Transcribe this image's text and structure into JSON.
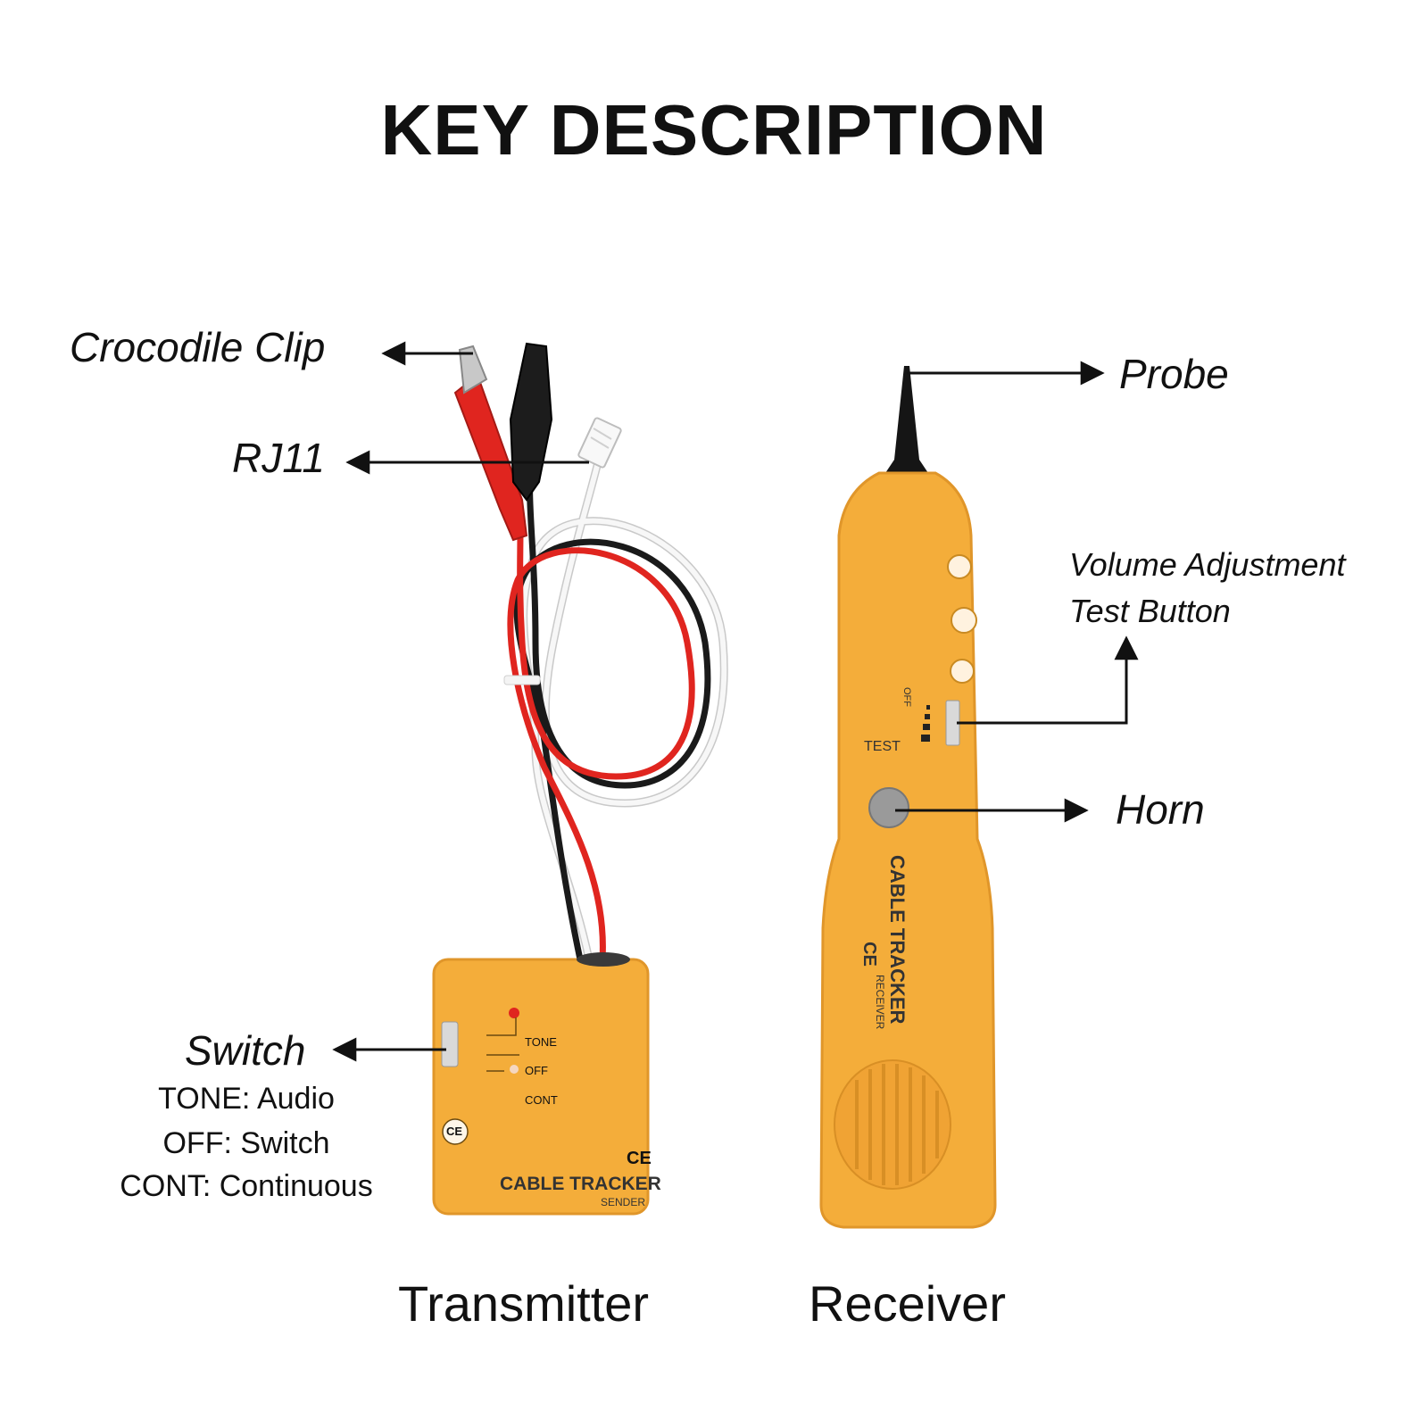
{
  "title": "KEY DESCRIPTION",
  "labels": {
    "crocodile_clip": "Crocodile Clip",
    "rj11": "RJ11",
    "switch": "Switch",
    "switch_tone": "TONE: Audio",
    "switch_off": "OFF: Switch",
    "switch_cont": "CONT: Continuous",
    "probe": "Probe",
    "volume_adjustment": "Volume Adjustment",
    "test_button": "Test Button",
    "horn": "Horn"
  },
  "captions": {
    "transmitter": "Transmitter",
    "receiver": "Receiver"
  },
  "device_text": {
    "sender_brand": "CABLE TRACKER",
    "sender_sub": "SENDER",
    "sender_tone": "TONE",
    "sender_off": "OFF",
    "sender_cont": "CONT",
    "receiver_brand": "CABLE TRACKER",
    "receiver_sub": "RECEIVER",
    "receiver_test": "TEST",
    "receiver_off": "OFF",
    "ce_mark": "CE"
  },
  "colors": {
    "device_body": "#f4ad3a",
    "device_edge": "#e0962a",
    "red_wire": "#e0251f",
    "black_wire": "#1a1a1a",
    "white_wire": "#f2f2f2"
  }
}
